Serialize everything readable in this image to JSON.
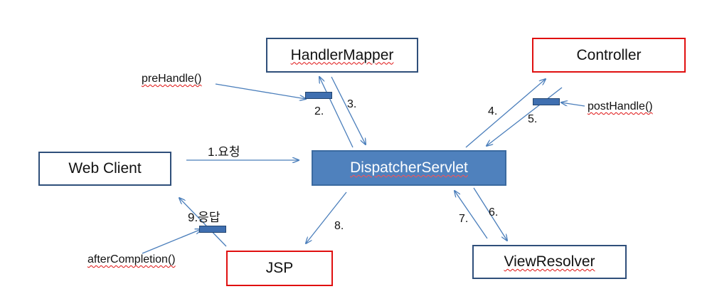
{
  "nodes": {
    "handler_mapper": "HandlerMapper",
    "controller": "Controller",
    "web_client": "Web Client",
    "dispatcher_servlet": "DispatcherServlet",
    "view_resolver": "ViewResolver",
    "jsp": "JSP"
  },
  "steps": {
    "s1": "1.요청",
    "s2": "2.",
    "s3": "3.",
    "s4": "4.",
    "s5": "5.",
    "s6": "6.",
    "s7": "7.",
    "s8": "8.",
    "s9": "9.응답"
  },
  "interceptors": {
    "pre_handle": "preHandle()",
    "post_handle": "postHandle()",
    "after_completion": "afterCompletion()"
  },
  "colors": {
    "arrow": "#4a7ebb",
    "node_border_blue": "#2f4f7a",
    "node_border_red": "#e01010",
    "dispatcher_fill": "#4f81bd"
  }
}
